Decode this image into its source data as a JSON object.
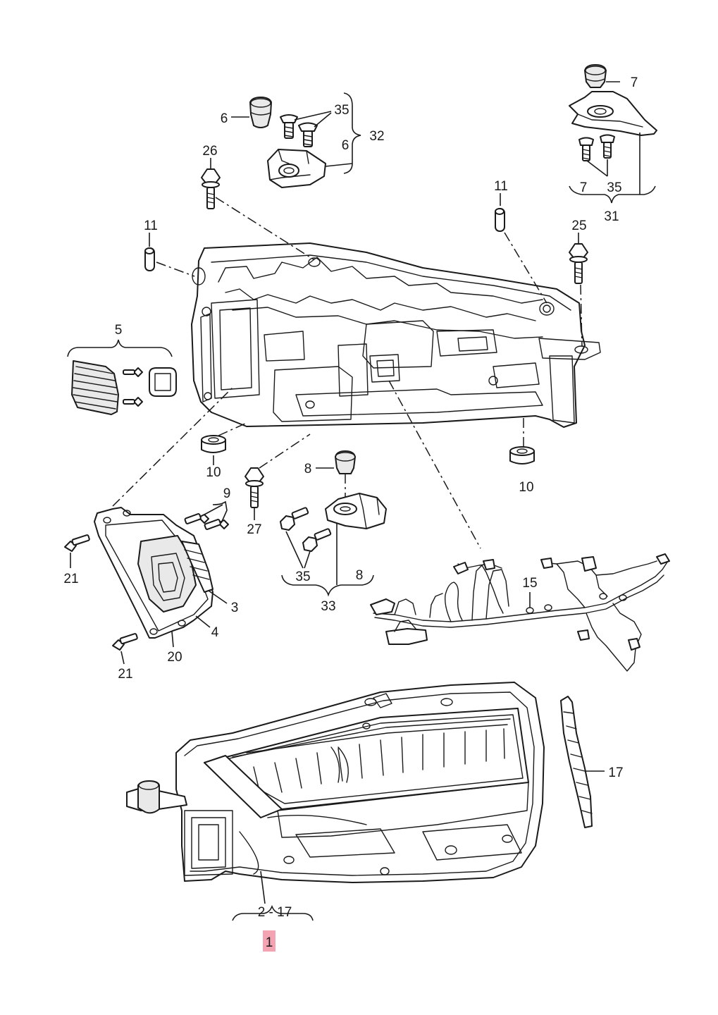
{
  "diagram": {
    "callouts": {
      "c1": "1",
      "c2_17": "2 - 17",
      "c3": "3",
      "c4": "4",
      "c5": "5",
      "c6a": "6",
      "c6b": "6",
      "c7a": "7",
      "c7b": "7",
      "c8a": "8",
      "c8b": "8",
      "c9": "9",
      "c10a": "10",
      "c10b": "10",
      "c11a": "11",
      "c11b": "11",
      "c15": "15",
      "c17": "17",
      "c20": "20",
      "c21a": "21",
      "c21b": "21",
      "c25": "25",
      "c26": "26",
      "c27": "27",
      "c31": "31",
      "c32": "32",
      "c33": "33",
      "c35a": "35",
      "c35b": "35",
      "c35c": "35"
    },
    "highlight_color": "#f3a3b2"
  }
}
